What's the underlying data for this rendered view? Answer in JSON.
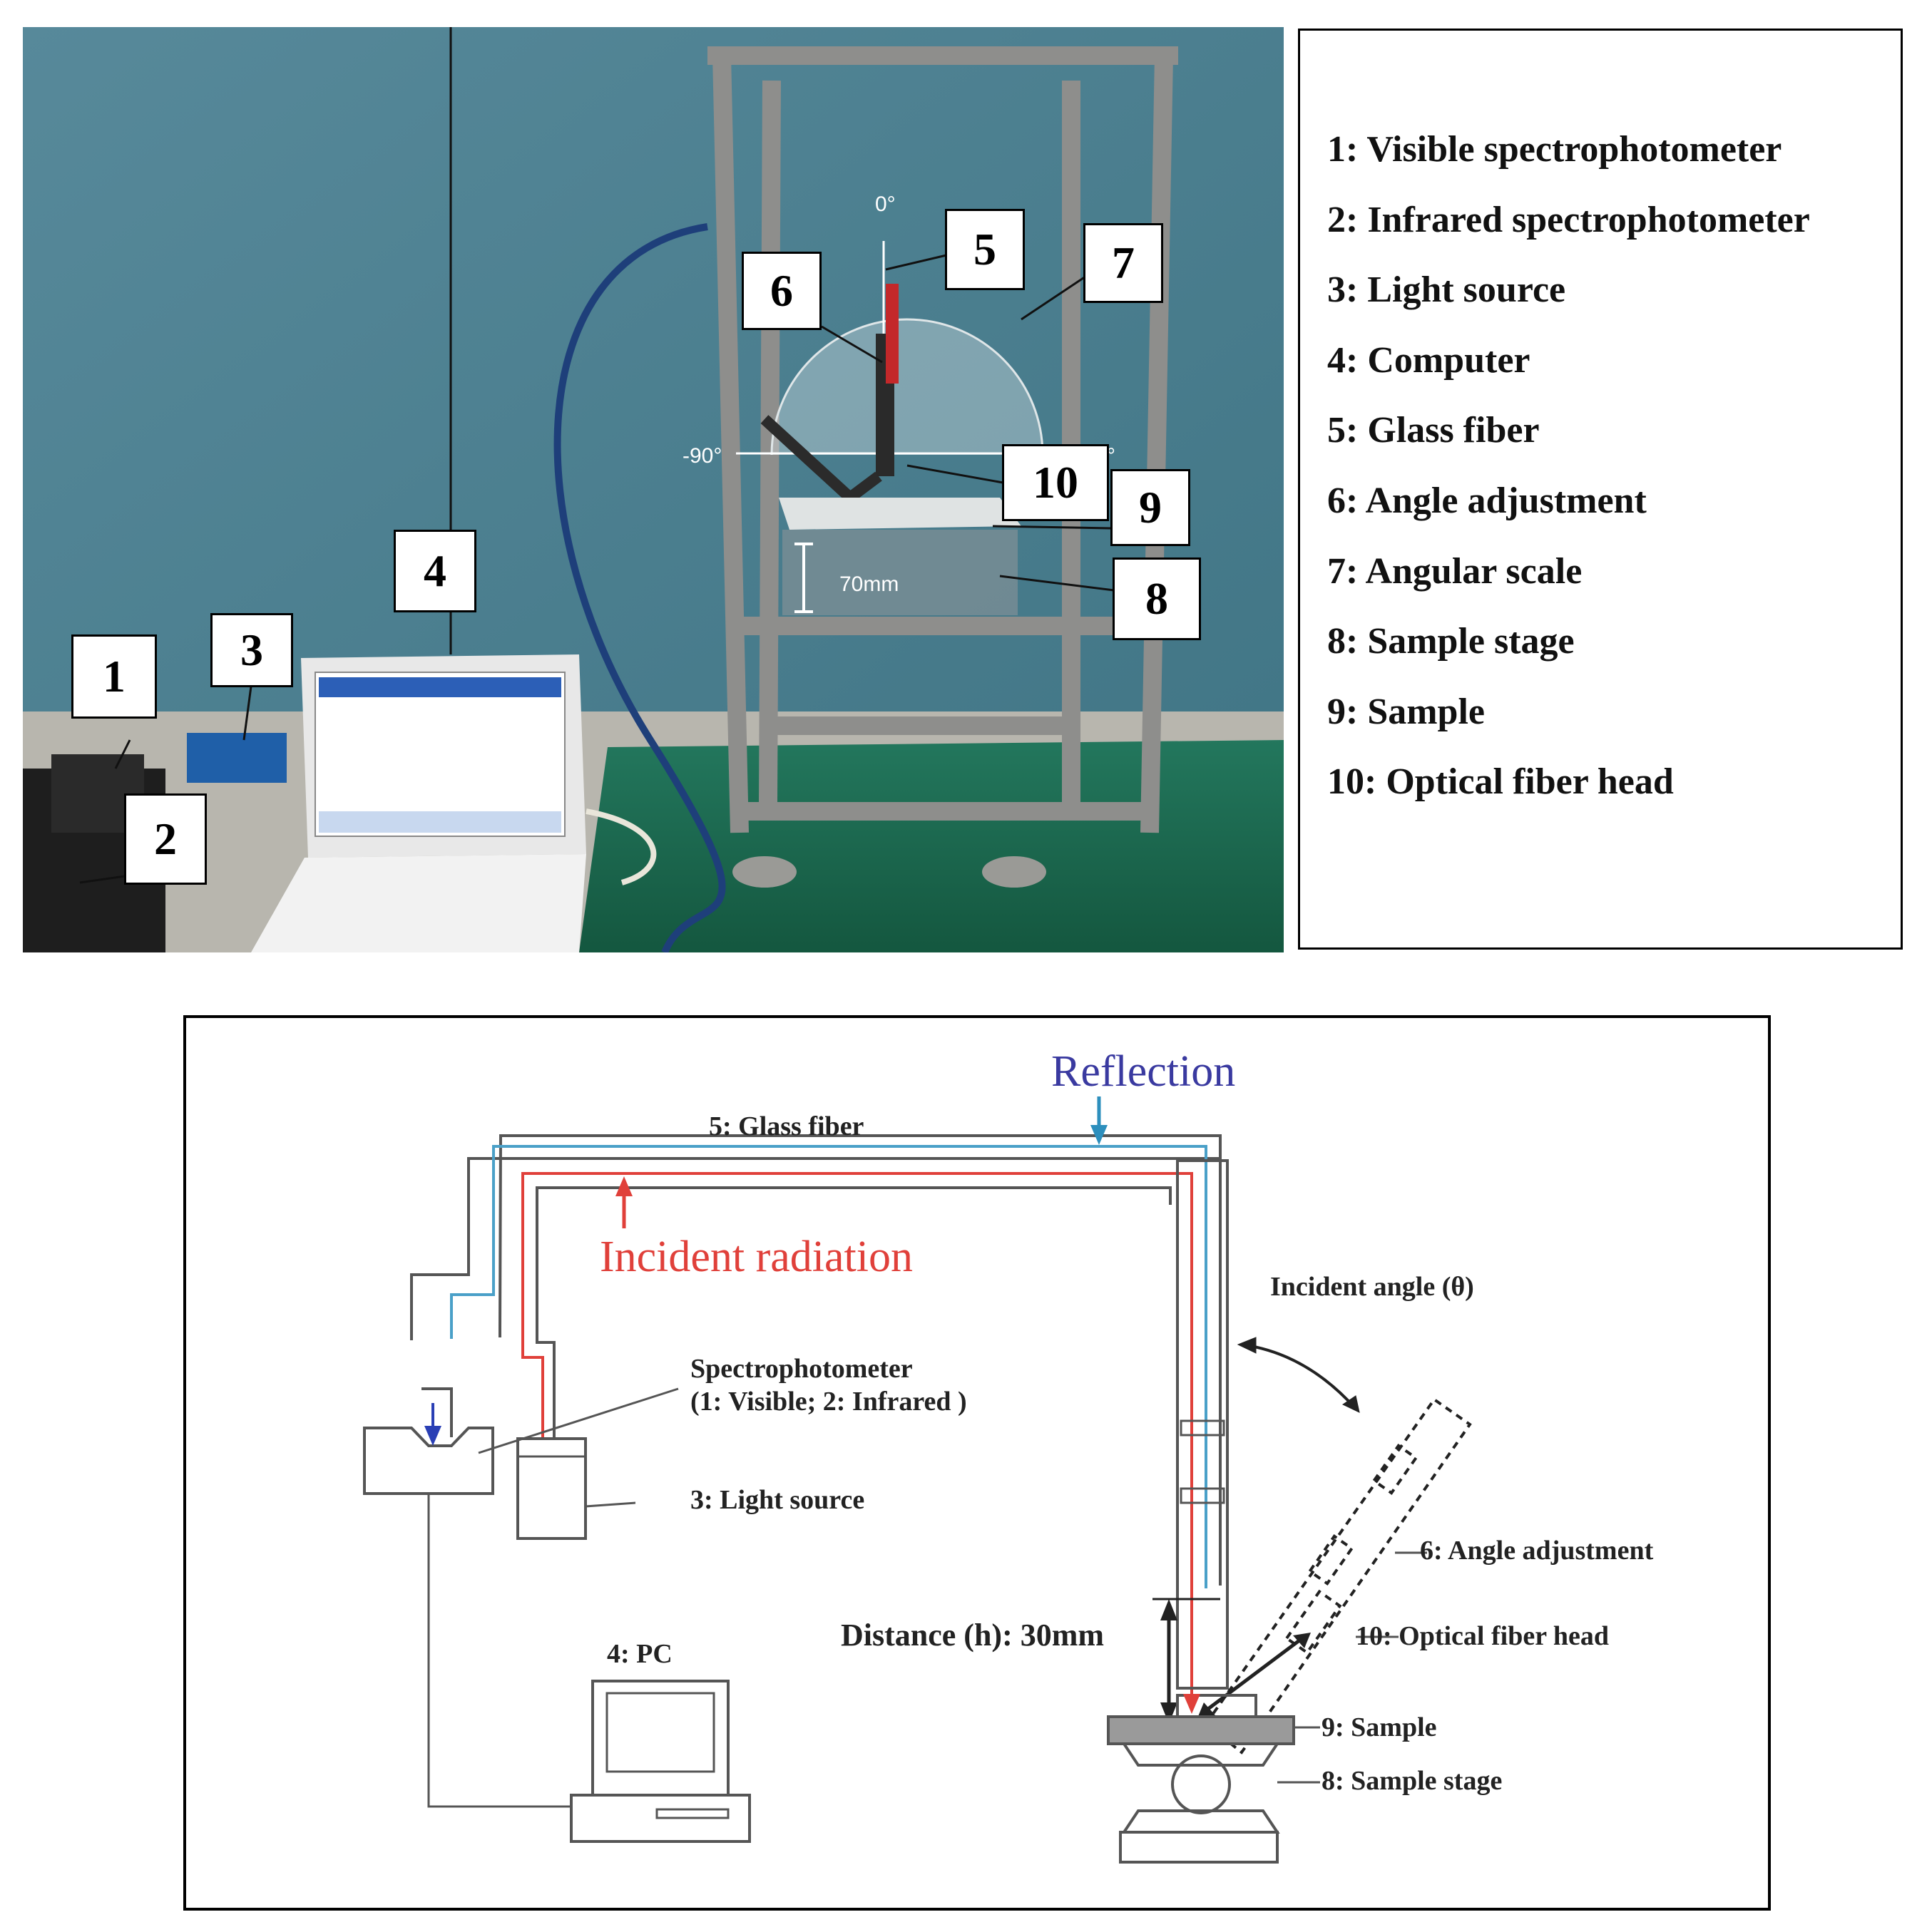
{
  "photo": {
    "angle_labels": [
      "0°",
      "-90°",
      "°"
    ],
    "height_label": "70mm",
    "callouts": [
      "1",
      "2",
      "3",
      "4",
      "5",
      "6",
      "7",
      "8",
      "9",
      "10"
    ]
  },
  "legend": {
    "items": [
      "1: Visible spectrophotometer",
      "2: Infrared spectrophotometer",
      "3: Light source",
      "4: Computer",
      "5: Glass fiber",
      "6: Angle adjustment",
      "7: Angular scale",
      "8: Sample stage",
      "9: Sample",
      "10: Optical fiber head"
    ]
  },
  "schematic": {
    "reflection": "Reflection",
    "glass_fiber": "5: Glass fiber",
    "incident_radiation": "Incident radiation",
    "incident_angle": "Incident angle (θ)",
    "spectrophotometer": "Spectrophotometer",
    "spectrophotometer_sub": "(1: Visible;  2: Infrared )",
    "light_source": "3: Light source",
    "angle_adjustment": "6: Angle adjustment",
    "distance": "Distance (h): 30mm",
    "optical_fiber_head": "10: Optical fiber head",
    "pc": "4: PC",
    "sample": "9: Sample",
    "sample_stage": "8: Sample stage"
  },
  "colors": {
    "wall": "#4e7f8e",
    "mat": "#1c6a52",
    "reflection_blue": "#3a3aa0",
    "incident_red": "#e0403a",
    "fiber_blue": "#4aa0c8"
  }
}
